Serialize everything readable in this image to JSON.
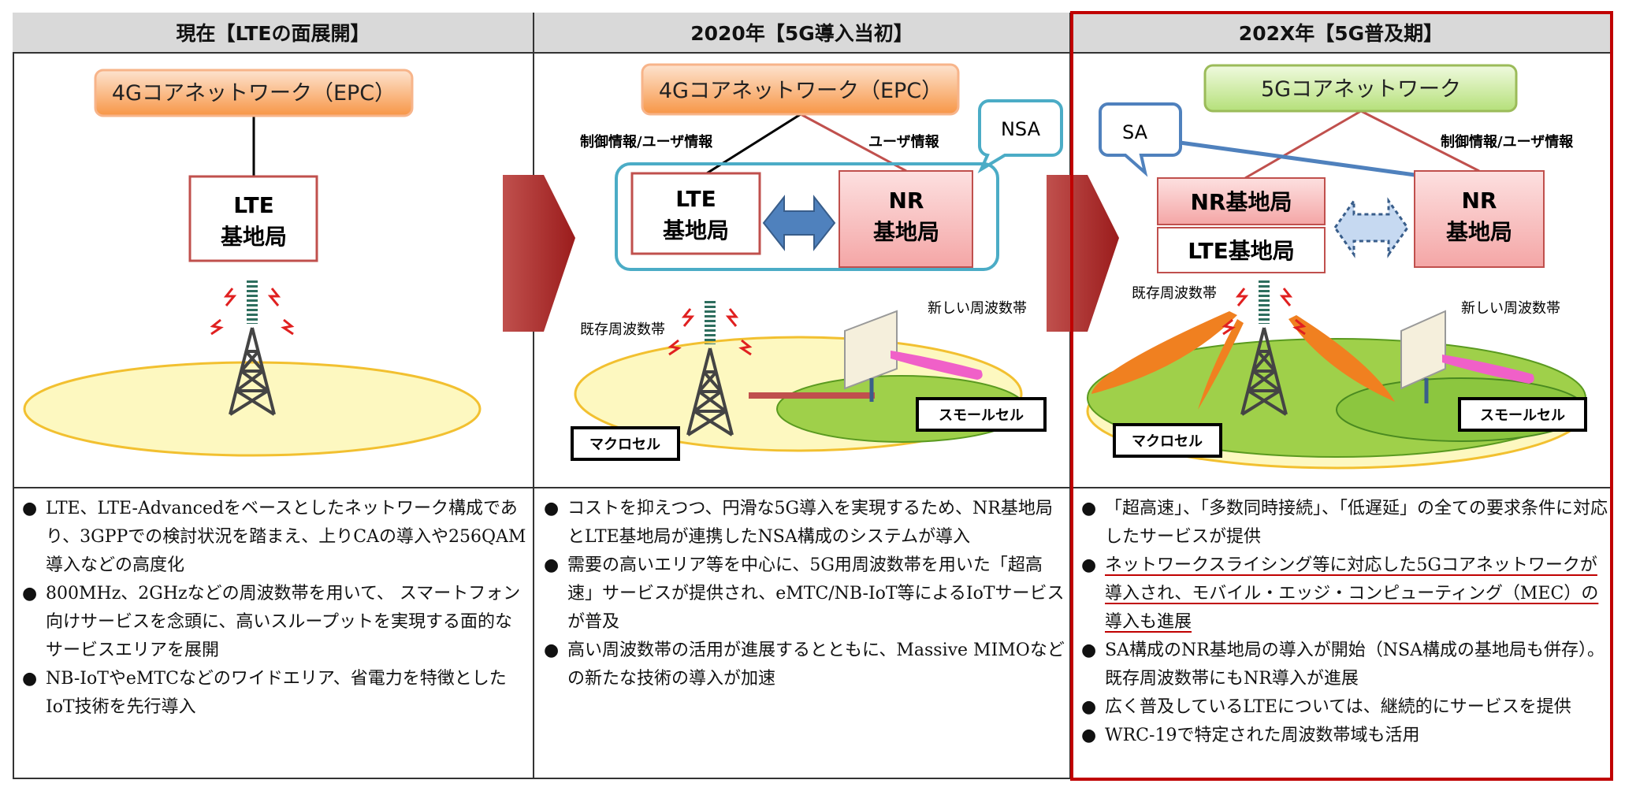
{
  "columns": [
    {
      "header": "現在【LTEの面展開】",
      "core": "4Gコアネットワーク（EPC）",
      "station_lines": [
        "LTE",
        "基地局"
      ],
      "bullets": [
        "LTE、LTE-Advancedをベースとしたネットワーク構成であり、3GPPでの検討状況を踏まえ、上りCAの導入や256QAM導入などの高度化",
        "800MHz、2GHzなどの周波数帯を用いて、 スマートフォン向けサービスを念頭に、高いスループットを実現する面的なサービスエリアを展開",
        "NB-IoTやeMTCなどのワイドエリア、省電力を特徴としたIoT技術を先行導入"
      ]
    },
    {
      "header": "2020年【5G導入当初】",
      "core": "4Gコアネットワーク（EPC）",
      "label_control": "制御情報/ユーザ情報",
      "label_user": "ユーザ情報",
      "bubble": "NSA",
      "lte_lines": [
        "LTE",
        "基地局"
      ],
      "nr_lines": [
        "NR",
        "基地局"
      ],
      "existing_band": "既存周波数帯",
      "new_band": "新しい周波数帯",
      "macro": "マクロセル",
      "small": "スモールセル",
      "bullets": [
        "コストを抑えつつ、円滑な5G導入を実現するため、NR基地局とLTE基地局が連携したNSA構成のシステムが導入",
        "需要の高いエリア等を中心に、5G用周波数帯を用いた「超高速」サービスが提供され、eMTC/NB-IoT等によるIoTサービスが普及",
        "高い周波数帯の活用が進展するとともに、Massive MIMOなどの新たな技術の導入が加速"
      ]
    },
    {
      "header": "202X年【5G普及期】",
      "core": "5Gコアネットワーク",
      "label_control": "制御情報/ユーザ情報",
      "bubble": "SA",
      "nr_stack": "NR基地局",
      "lte_stack": "LTE基地局",
      "nr_lines": [
        "NR",
        "基地局"
      ],
      "existing_band": "既存周波数帯",
      "new_band": "新しい周波数帯",
      "macro": "マクロセル",
      "small": "スモールセル",
      "bullets": [
        "「超高速」、「多数同時接続」、「低遅延」の全ての要求条件に対応したサービスが提供",
        "ネットワークスライシング等に対応した5Gコアネットワークが導入され、モバイル・エッジ・コンピューティング（MEC）の導入も進展",
        "SA構成のNR基地局の導入が開始（NSA構成の基地局も併存）。既存周波数帯にもNR導入が進展",
        "広く普及しているLTEについては、継続的にサービスを提供",
        "WRC-19で特定された周波数帯域も活用"
      ]
    }
  ],
  "bullet_glyph": "●",
  "colors": {
    "highlight_frame": "#c00000",
    "core_4g": "#f9b07a",
    "core_5g": "#d8f0b0",
    "nr_box": "#f7b9b9",
    "nsa_frame": "#4bacc6"
  }
}
